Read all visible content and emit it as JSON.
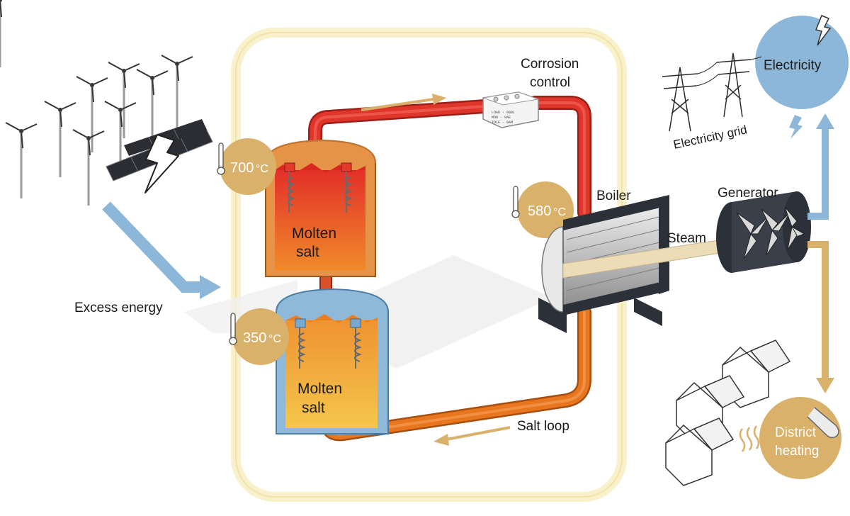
{
  "labels": {
    "corrosion_control": [
      "Corrosion",
      "control"
    ],
    "boiler": "Boiler",
    "generator": "Generator",
    "steam": "Steam",
    "electricity": "Electricity",
    "electricity_grid": "Electricity grid",
    "excess_energy": "Excess energy",
    "salt_loop": "Salt loop",
    "hot_tank_salt": [
      "Molten",
      "salt"
    ],
    "cold_tank_salt": [
      "Molten",
      "salt"
    ],
    "district_heating": [
      "District",
      "heating"
    ]
  },
  "temperatures": {
    "hot_tank": "700",
    "cold_tank": "350",
    "boiler": "580",
    "unit": "°C"
  },
  "corrosion_box_text": [
    "LOAD - 0001",
    "MON - 0AE",
    "IDLE - 0AM"
  ],
  "colors": {
    "hot_pipe": "#e0352b",
    "cold_pipe": "#e8761f",
    "temp_badge": "#d9b16a",
    "flow_arrow_gold": "#d9b16a",
    "energy_arrow_blue": "#8cb7d8",
    "electricity_circle": "#8cb7d8",
    "hot_tank_shell": "#e59447",
    "cold_tank_shell": "#8fb9d9",
    "system_outline": "#f3e6a6"
  }
}
